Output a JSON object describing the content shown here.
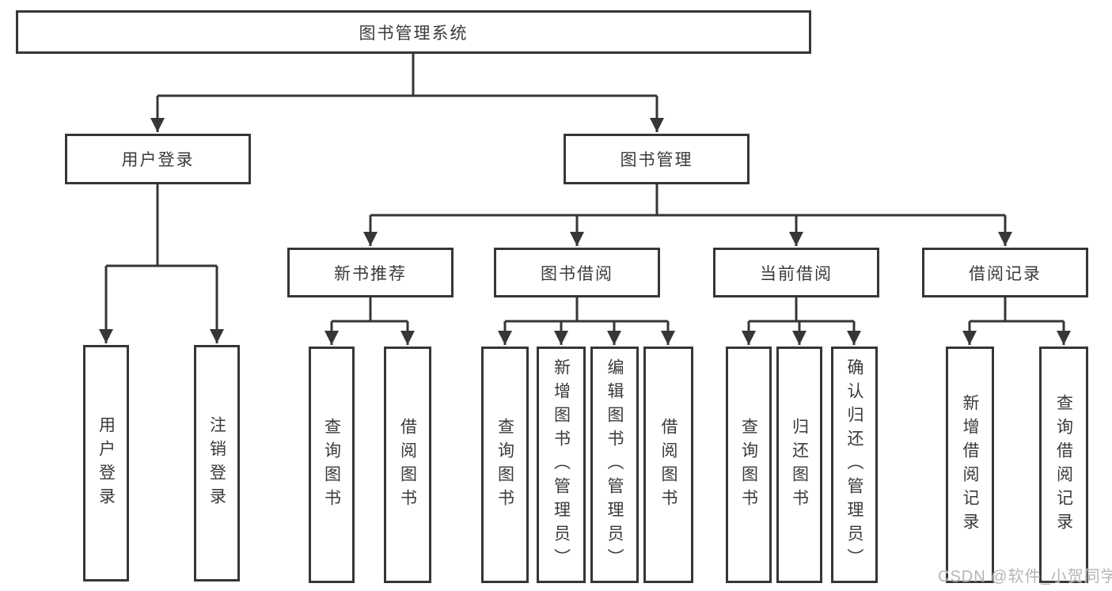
{
  "nodes": {
    "root": "图书管理系统",
    "user_login": "用户登录",
    "book_mgmt": "图书管理",
    "leaf_user_login": "用户登录",
    "leaf_logout": "注销登录",
    "new_book_rec": "新书推荐",
    "book_borrow": "图书借阅",
    "current_borrow": "当前借阅",
    "borrow_records": "借阅记录",
    "nb_query_books": "查询图书",
    "nb_borrow_books": "借阅图书",
    "bb_query_books": "查询图书",
    "bb_add_books": "新增图书（管理员）",
    "bb_edit_books": "编辑图书（管理员）",
    "bb_borrow_books": "借阅图书",
    "cb_query_books": "查询图书",
    "cb_return_books": "归还图书",
    "cb_confirm_return": "确认归还（管理员）",
    "br_add_record": "新增借阅记录",
    "br_query_record": "查询借阅记录"
  },
  "watermark": {
    "text": "CSDN @软件_小贺同学"
  },
  "colors": {
    "line": "#363636",
    "text": "#3a3a3a",
    "watermark": "#b5b5b5",
    "background": "#ffffff"
  }
}
